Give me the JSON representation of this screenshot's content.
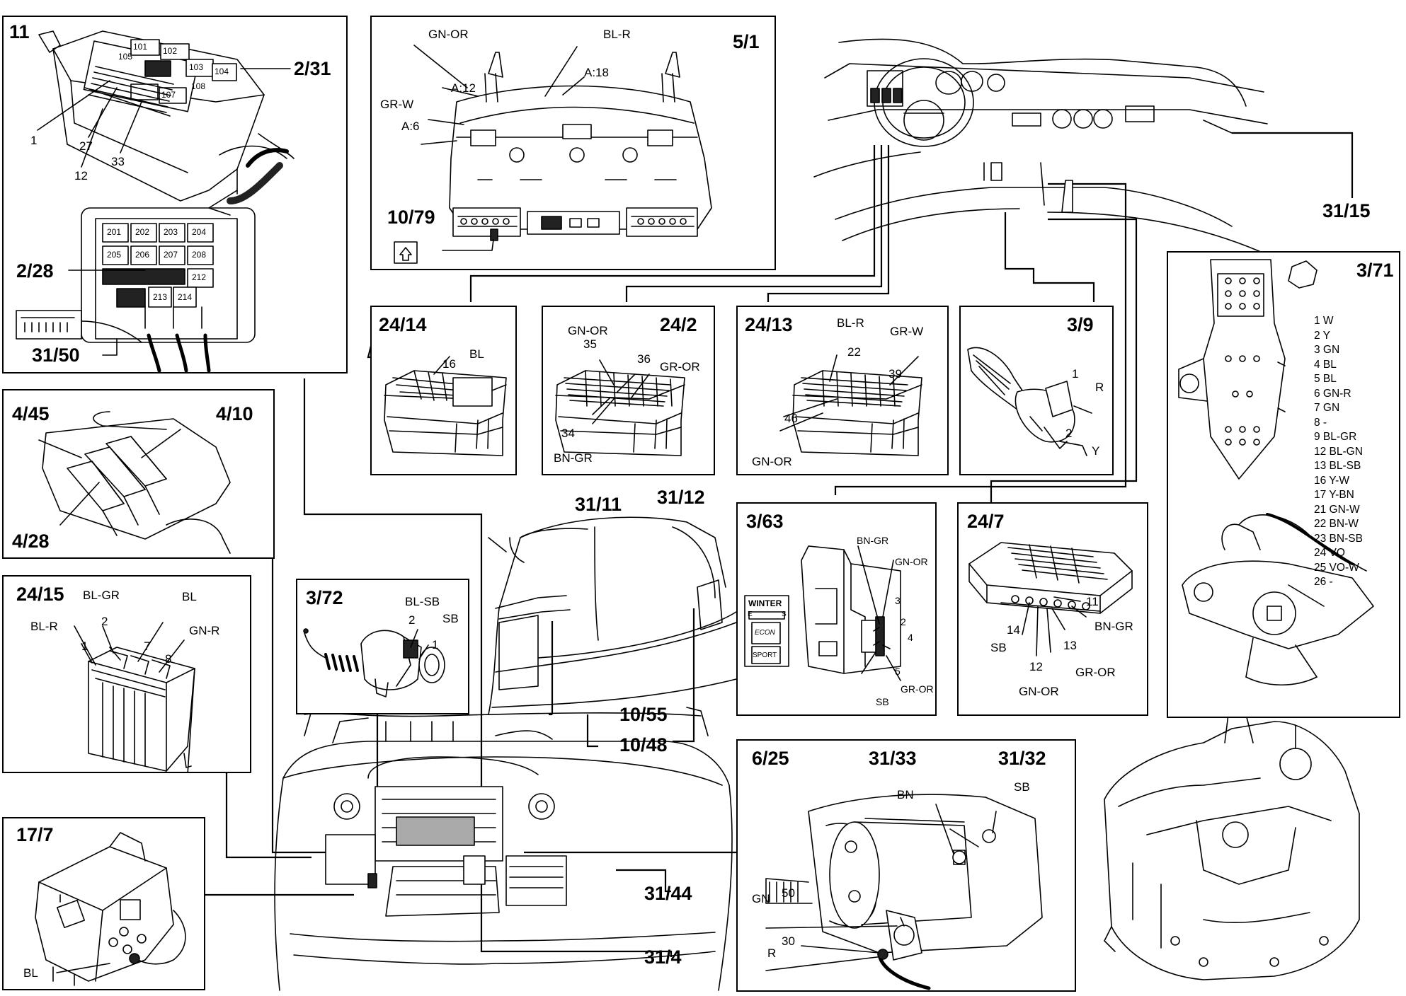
{
  "panels": {
    "p11": {
      "id": "11",
      "labels": [
        "101",
        "102",
        "103",
        "104",
        "105",
        "107",
        "108",
        "1",
        "27",
        "12",
        "33",
        "201",
        "202",
        "203",
        "204",
        "205",
        "206",
        "207",
        "208",
        "212",
        "213",
        "214"
      ],
      "refs": {
        "r1": "2/31",
        "r2": "2/28",
        "r3": "31/50"
      }
    },
    "p5_1": {
      "id": "5/1",
      "labels": [
        "GN-OR",
        "BL-R",
        "A:12",
        "A:18",
        "GR-W",
        "A:6"
      ],
      "ref": "10/79"
    },
    "p24_14": {
      "id": "24/14",
      "labels": [
        "BL",
        "16"
      ]
    },
    "p24_2": {
      "id": "24/2",
      "labels": [
        "GN-OR",
        "35",
        "36",
        "GR-OR",
        "34",
        "BN-GR"
      ]
    },
    "p24_13": {
      "id": "24/13",
      "labels": [
        "BL-R",
        "GR-W",
        "22",
        "39",
        "46",
        "GN-OR"
      ]
    },
    "p3_9": {
      "id": "3/9",
      "labels": [
        "1",
        "R",
        "2",
        "Y"
      ]
    },
    "p4_45": {
      "id": "4/45",
      "refs": {
        "r1": "4/10",
        "r2": "4/28"
      }
    },
    "p24_15": {
      "id": "24/15",
      "labels": [
        "BL-GR",
        "BL",
        "BL-R",
        "GN-R",
        "2",
        "7",
        "1",
        "8"
      ]
    },
    "p3_72": {
      "id": "3/72",
      "labels": [
        "BL-SB",
        "2",
        "SB",
        "1"
      ]
    },
    "p3_63": {
      "id": "3/63",
      "labels": [
        "BN-GR",
        "GN-OR",
        "3",
        "2",
        "4",
        "5",
        "SB",
        "GR-OR",
        "WINTER",
        "E",
        "S",
        "ECON",
        "SPORT"
      ]
    },
    "p24_7": {
      "id": "24/7",
      "labels": [
        "11",
        "BN-GR",
        "14",
        "SB",
        "13",
        "GR-OR",
        "12",
        "GN-OR"
      ]
    },
    "p3_71": {
      "id": "3/71"
    },
    "p17_7": {
      "id": "17/7",
      "labels": [
        "BL"
      ]
    },
    "p6_25": {
      "id": "6/25",
      "labels": [
        "31/33",
        "31/32",
        "BN",
        "SB",
        "GN",
        "50",
        "R",
        "30"
      ]
    }
  },
  "callouts": {
    "c31_15": "31/15",
    "c31_11": "31/11",
    "c31_12": "31/12",
    "c10_55": "10/55",
    "c10_48": "10/48",
    "c31_44": "31/44",
    "c31_4": "31/4"
  },
  "legend_3_71": [
    "1 W",
    "2 Y",
    "3 GN",
    "4 BL",
    "5 BL",
    "6 GN-R",
    "7 GN",
    "8 -",
    "9 BL-GR",
    "12 BL-GN",
    "13 BL-SB",
    "16 Y-W",
    "17 Y-BN",
    "21 GN-W",
    "22 BN-W",
    "23 BN-SB",
    "24 VO",
    "25 VO-W",
    "26 -"
  ]
}
